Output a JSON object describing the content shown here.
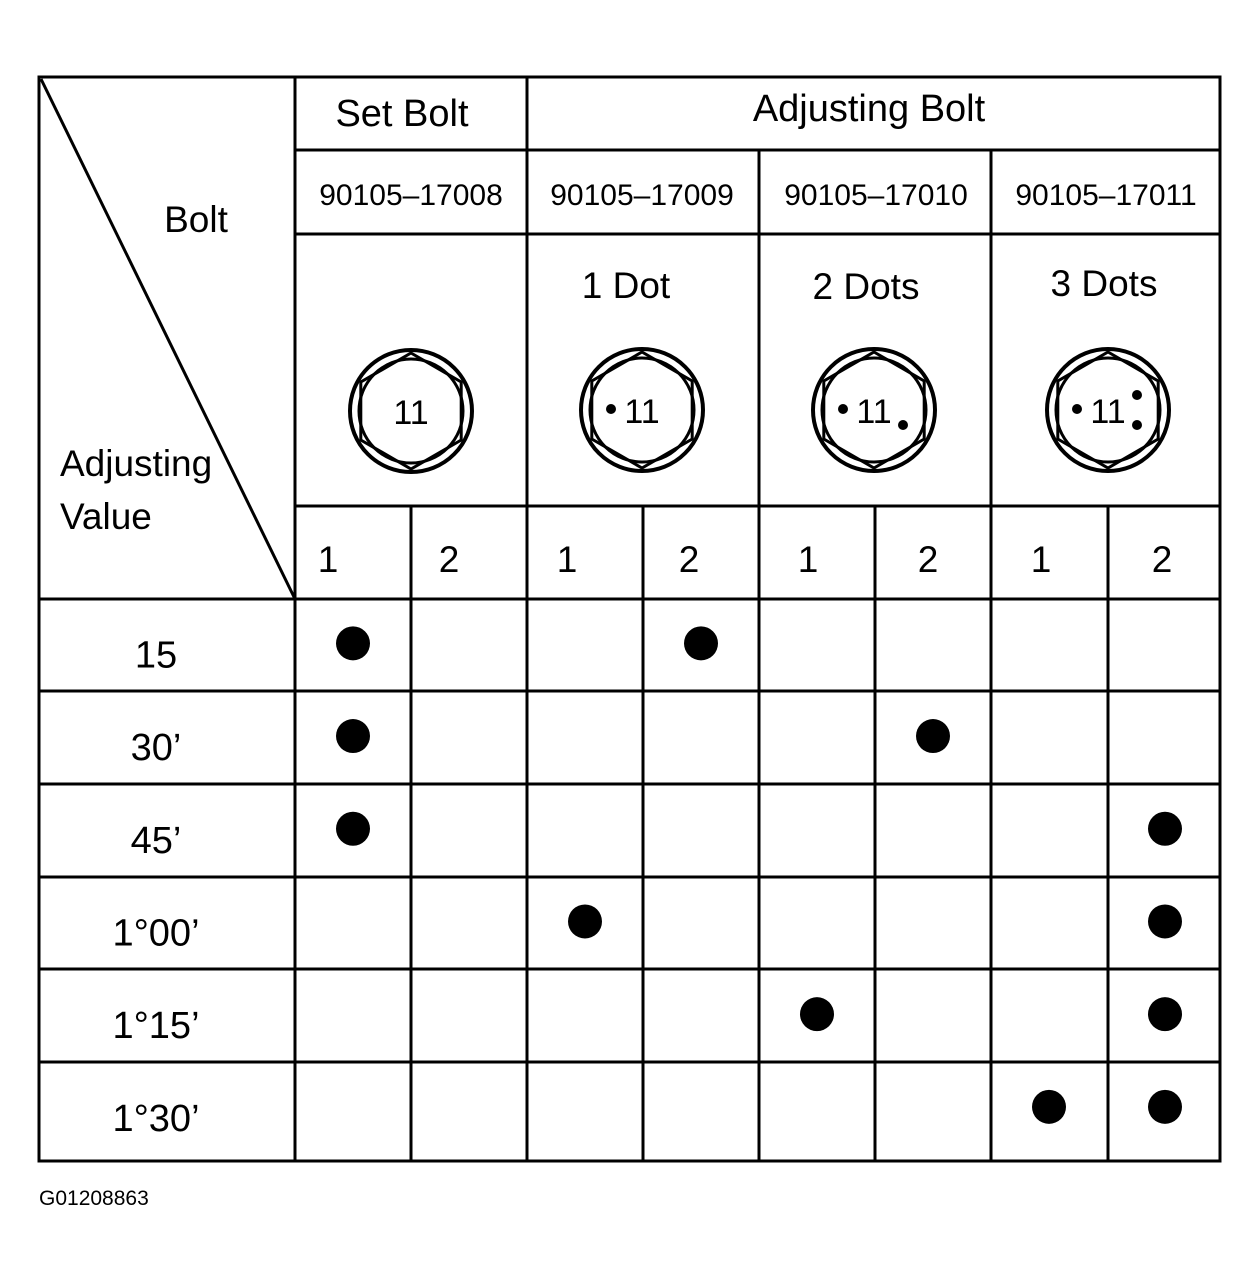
{
  "corner": {
    "bolt_label": "Bolt",
    "adjusting_label_line1": "Adjusting",
    "adjusting_label_line2": "Value"
  },
  "groups": {
    "set_bolt": "Set Bolt",
    "adjusting_bolt": "Adjusting Bolt"
  },
  "bolts": [
    {
      "part_no": "90105–17008",
      "mark": "",
      "head_text": "11",
      "dots": 0
    },
    {
      "part_no": "90105–17009",
      "mark": "1 Dot",
      "head_text": "11",
      "dots": 1
    },
    {
      "part_no": "90105–17010",
      "mark": "2 Dots",
      "head_text": "11",
      "dots": 2
    },
    {
      "part_no": "90105–17011",
      "mark": "3 Dots",
      "head_text": "11",
      "dots": 3
    }
  ],
  "position_labels": [
    "1",
    "2",
    "1",
    "2",
    "1",
    "2",
    "1",
    "2"
  ],
  "rows": [
    {
      "value": "15",
      "marks": [
        true,
        false,
        false,
        true,
        false,
        false,
        false,
        false
      ]
    },
    {
      "value": "30’",
      "marks": [
        true,
        false,
        false,
        false,
        false,
        true,
        false,
        false
      ]
    },
    {
      "value": "45’",
      "marks": [
        true,
        false,
        false,
        false,
        false,
        false,
        false,
        true
      ]
    },
    {
      "value": "1°00’",
      "marks": [
        false,
        false,
        true,
        false,
        false,
        false,
        false,
        true
      ]
    },
    {
      "value": "1°15’",
      "marks": [
        false,
        false,
        false,
        false,
        true,
        false,
        false,
        true
      ]
    },
    {
      "value": "1°30’",
      "marks": [
        false,
        false,
        false,
        false,
        false,
        false,
        true,
        true
      ]
    }
  ],
  "figure_id": "G01208863",
  "colors": {
    "ink": "#000000",
    "paper": "#ffffff"
  }
}
